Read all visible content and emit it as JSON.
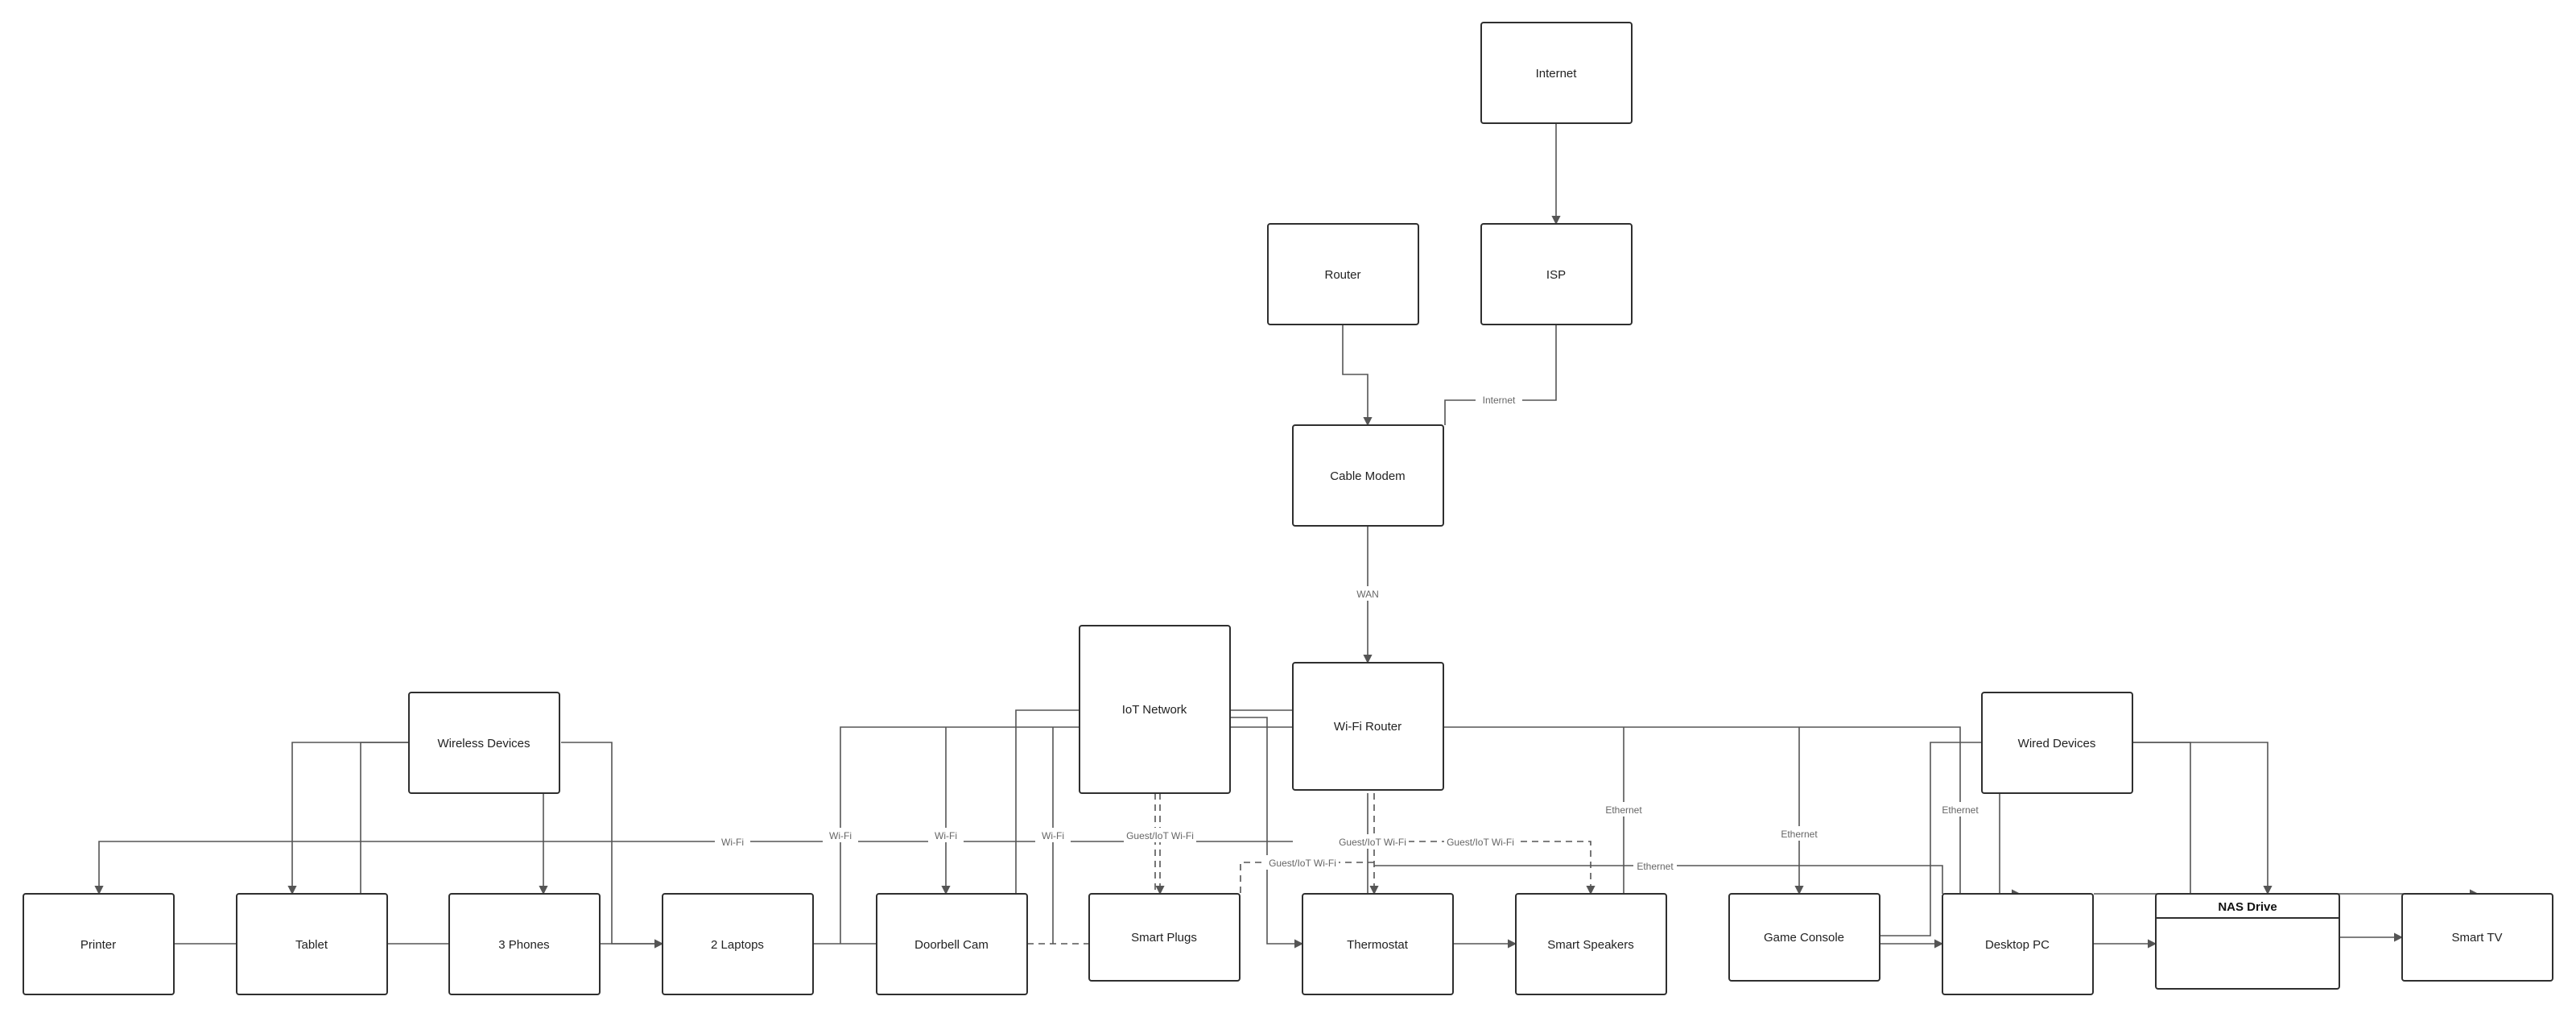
{
  "diagram": {
    "nodes": {
      "internet": "Internet",
      "router": "Router",
      "isp": "ISP",
      "cable_modem": "Cable Modem",
      "iot_network": "IoT Network",
      "wifi_router": "Wi-Fi Router",
      "wireless_devices": "Wireless Devices",
      "wired_devices": "Wired Devices",
      "printer": "Printer",
      "tablet": "Tablet",
      "phones": "3 Phones",
      "laptops": "2 Laptops",
      "doorbell_cam": "Doorbell Cam",
      "smart_plugs": "Smart Plugs",
      "thermostat": "Thermostat",
      "smart_speakers": "Smart Speakers",
      "game_console": "Game Console",
      "desktop_pc": "Desktop PC",
      "nas_drive": "NAS Drive",
      "smart_tv": "Smart TV"
    },
    "edge_labels": {
      "internet": "Internet",
      "wan": "WAN",
      "wifi_printer": "Wi-Fi",
      "wifi_laptops": "Wi-Fi",
      "wifi_doorbell": "Wi-Fi",
      "wifi_iot": "Wi-Fi",
      "guest_plugs": "Guest/IoT Wi-Fi",
      "guest_thermostat": "Guest/IoT Wi-Fi",
      "guest_speakers": "Guest/IoT Wi-Fi",
      "guest_left": "Guest/IoT Wi-Fi",
      "ethernet_speakers": "Ethernet",
      "ethernet_console": "Ethernet",
      "ethernet_desktop": "Ethernet",
      "ethernet_wide": "Ethernet"
    },
    "colors": {
      "line": "#555555",
      "border": "#2f2f2f",
      "background": "#ffffff"
    }
  }
}
